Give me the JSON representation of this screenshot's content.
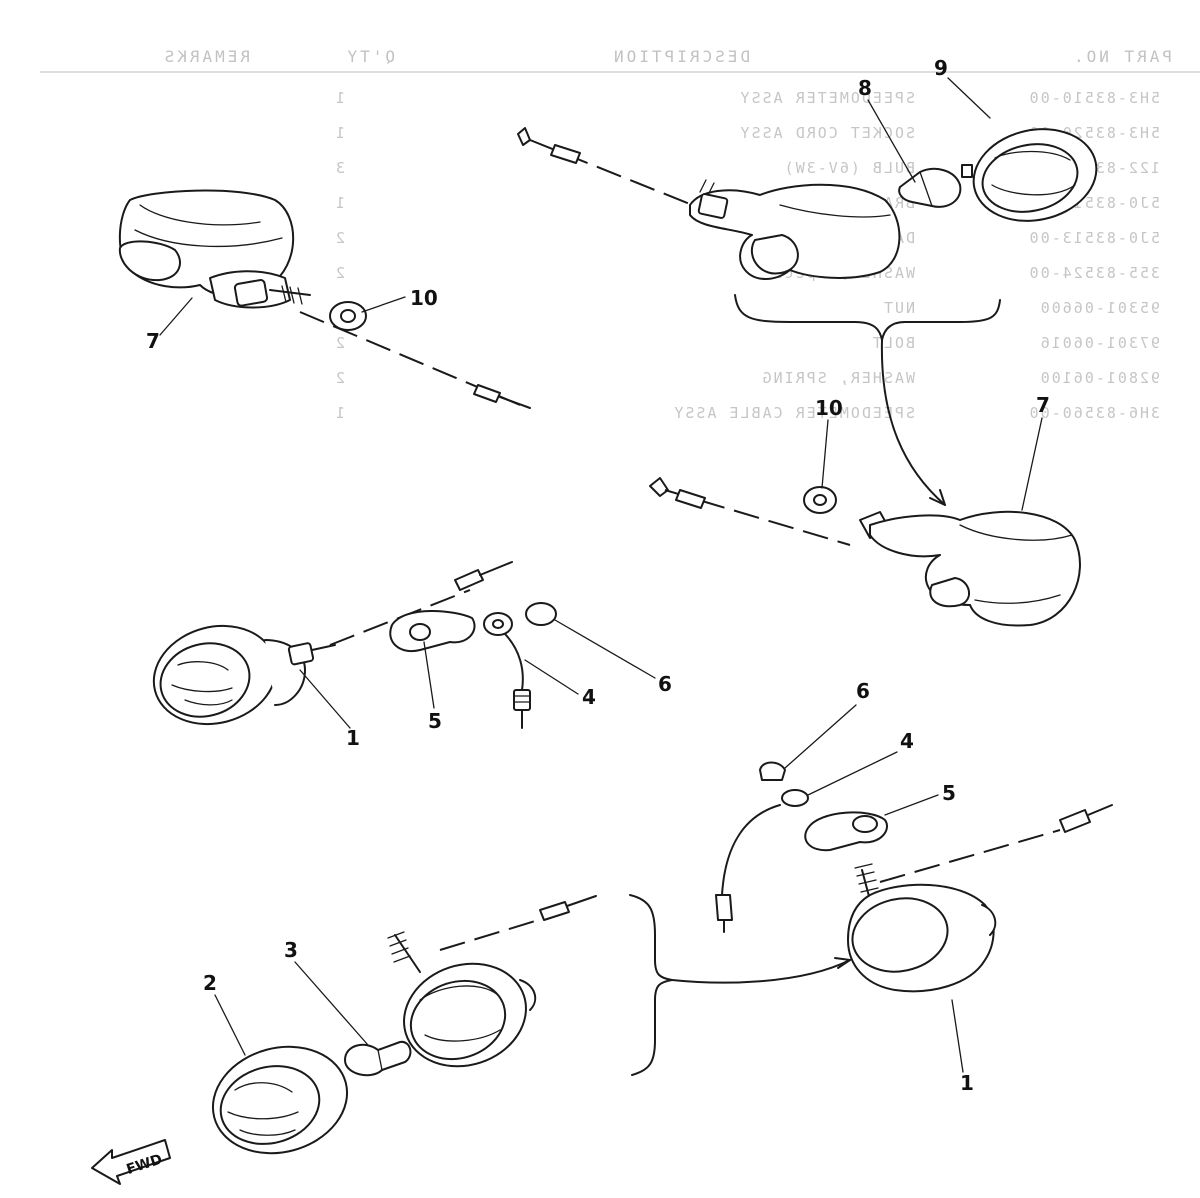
{
  "parts_list": {
    "headers": {
      "part_no": "PART NO.",
      "description": "DESCRIPTION",
      "qty": "Q'TY",
      "remarks": "REMARKS"
    },
    "rows": [
      {
        "part_no": "5H3-83510-00",
        "description": "SPEEDOMETER ASSY",
        "qty": "1"
      },
      {
        "part_no": "5H3-83520-00",
        "description": "SOCKET CORD ASSY",
        "qty": "1"
      },
      {
        "part_no": "122-83314-00",
        "description": "BULB (6V-3W)",
        "qty": "3"
      },
      {
        "part_no": "5J0-83519-00",
        "description": "BRACKET, Meter",
        "qty": "1"
      },
      {
        "part_no": "5J0-83513-00",
        "description": "DAMPER",
        "qty": "2"
      },
      {
        "part_no": "355-83524-00",
        "description": "WASHER, Special",
        "qty": "2"
      },
      {
        "part_no": "95301-06600",
        "description": "NUT",
        "qty": "2"
      },
      {
        "part_no": "97301-06016",
        "description": "BOLT",
        "qty": "2"
      },
      {
        "part_no": "92801-06100",
        "description": "WASHER, SPRING",
        "qty": "2"
      },
      {
        "part_no": "3H6-83560-00",
        "description": "SPEEDOMETER CABLE ASSY",
        "qty": "1"
      }
    ]
  },
  "callouts": {
    "c1a": "1",
    "c1b": "1",
    "c2": "2",
    "c3": "3",
    "c4a": "4",
    "c4b": "4",
    "c5a": "5",
    "c5b": "5",
    "c6a": "6",
    "c6b": "6",
    "c7a": "7",
    "c7b": "7",
    "c8": "8",
    "c9": "9",
    "c10a": "10",
    "c10b": "10"
  },
  "fwd_label": "FWD"
}
